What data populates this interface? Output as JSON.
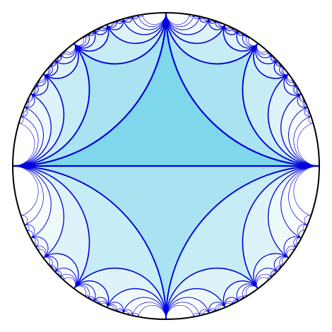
{
  "diagram": {
    "kind": "hyperbolic-ideal-triangle-tessellation",
    "model": "poincare-disk",
    "generations_drawn": 6,
    "colors": {
      "background": "#ffffff",
      "boundary": "#000000",
      "edge": "#0000dd",
      "level_fills": [
        "#7fd7ec",
        "#a9e3f1",
        "#c6ecf6",
        "#ddf3f9",
        "#eef9fc",
        "#f8fdfe",
        "#ffffff"
      ]
    },
    "base_triangles": [
      {
        "name": "upper",
        "vertices_deg": [
          180,
          90,
          0
        ]
      },
      {
        "name": "lower",
        "vertices_deg": [
          0,
          270,
          180
        ]
      }
    ]
  }
}
